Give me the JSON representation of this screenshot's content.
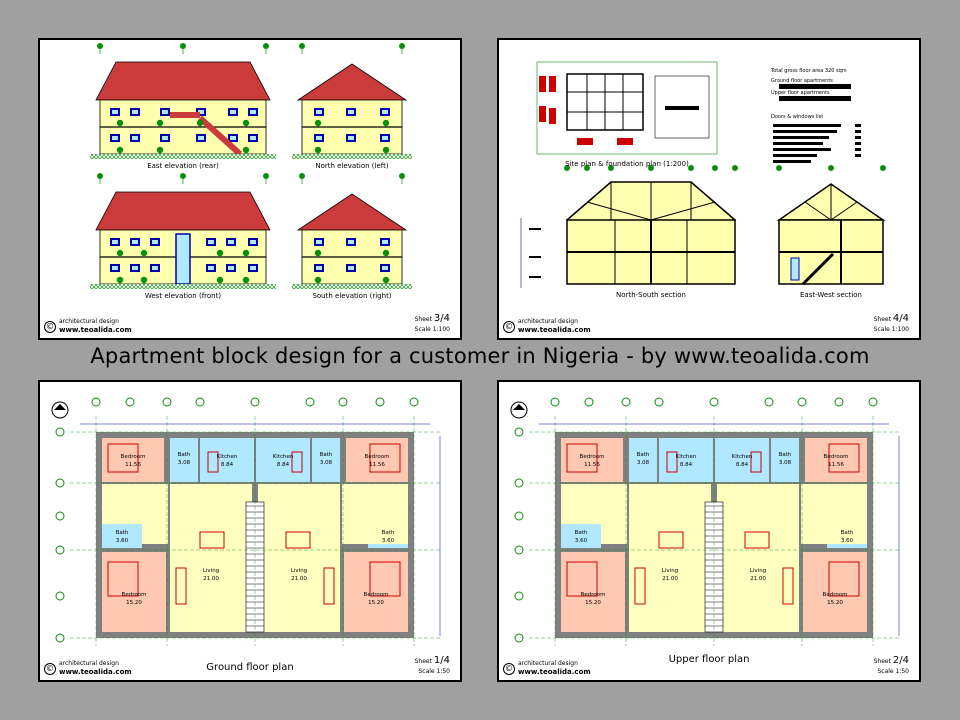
{
  "headline": "Apartment block design for a customer in Nigeria - by www.teoalida.com",
  "title_block": {
    "company": "architectural design",
    "website": "www.teoalida.com",
    "copyright": "©"
  },
  "sheets": [
    {
      "id": "s34",
      "sheet_label": "Sheet",
      "sheet_no": "3/4",
      "scale": "Scale 1:100",
      "captions": [
        "East elevation (rear)",
        "North elevation (left)",
        "West elevation (front)",
        "South elevation (right)"
      ]
    },
    {
      "id": "s44",
      "sheet_label": "Sheet",
      "sheet_no": "4/4",
      "scale": "Scale 1:100",
      "captions": [
        "Site plan & foundation plan (1:200)",
        "North-South section",
        "East-West section"
      ],
      "info": [
        "Total gross floor area 320 sqm",
        "Ground floor apartments",
        "Upper floor apartments",
        "Doors & windows list"
      ]
    },
    {
      "id": "s14",
      "sheet_label": "Sheet",
      "sheet_no": "1/4",
      "scale": "Scale 1:50",
      "plan_caption": "Ground floor plan"
    },
    {
      "id": "s24",
      "sheet_label": "Sheet",
      "sheet_no": "2/4",
      "scale": "Scale 1:50",
      "plan_caption": "Upper floor plan"
    }
  ],
  "rooms": {
    "bedroom_a": {
      "name": "Bedroom",
      "area": "11.56"
    },
    "bedroom_b": {
      "name": "Bedroom",
      "area": "15.20"
    },
    "kitchen": {
      "name": "Kitchen",
      "area": "8.84"
    },
    "bath_a": {
      "name": "Bath",
      "area": "3.08"
    },
    "bath_b": {
      "name": "Bath",
      "area": "3.60"
    },
    "living": {
      "name": "Living",
      "area": "21.00"
    }
  },
  "colors": {
    "background": "#a0a0a0",
    "roof": "#cc3b3b",
    "wall": "#ffffb0",
    "bedroom": "#ffc8b0",
    "bath": "#b0e8ff",
    "living": "#ffffc0",
    "wall_border": "#606060",
    "window": "#0000aa",
    "axis": "#0a8f0a"
  }
}
